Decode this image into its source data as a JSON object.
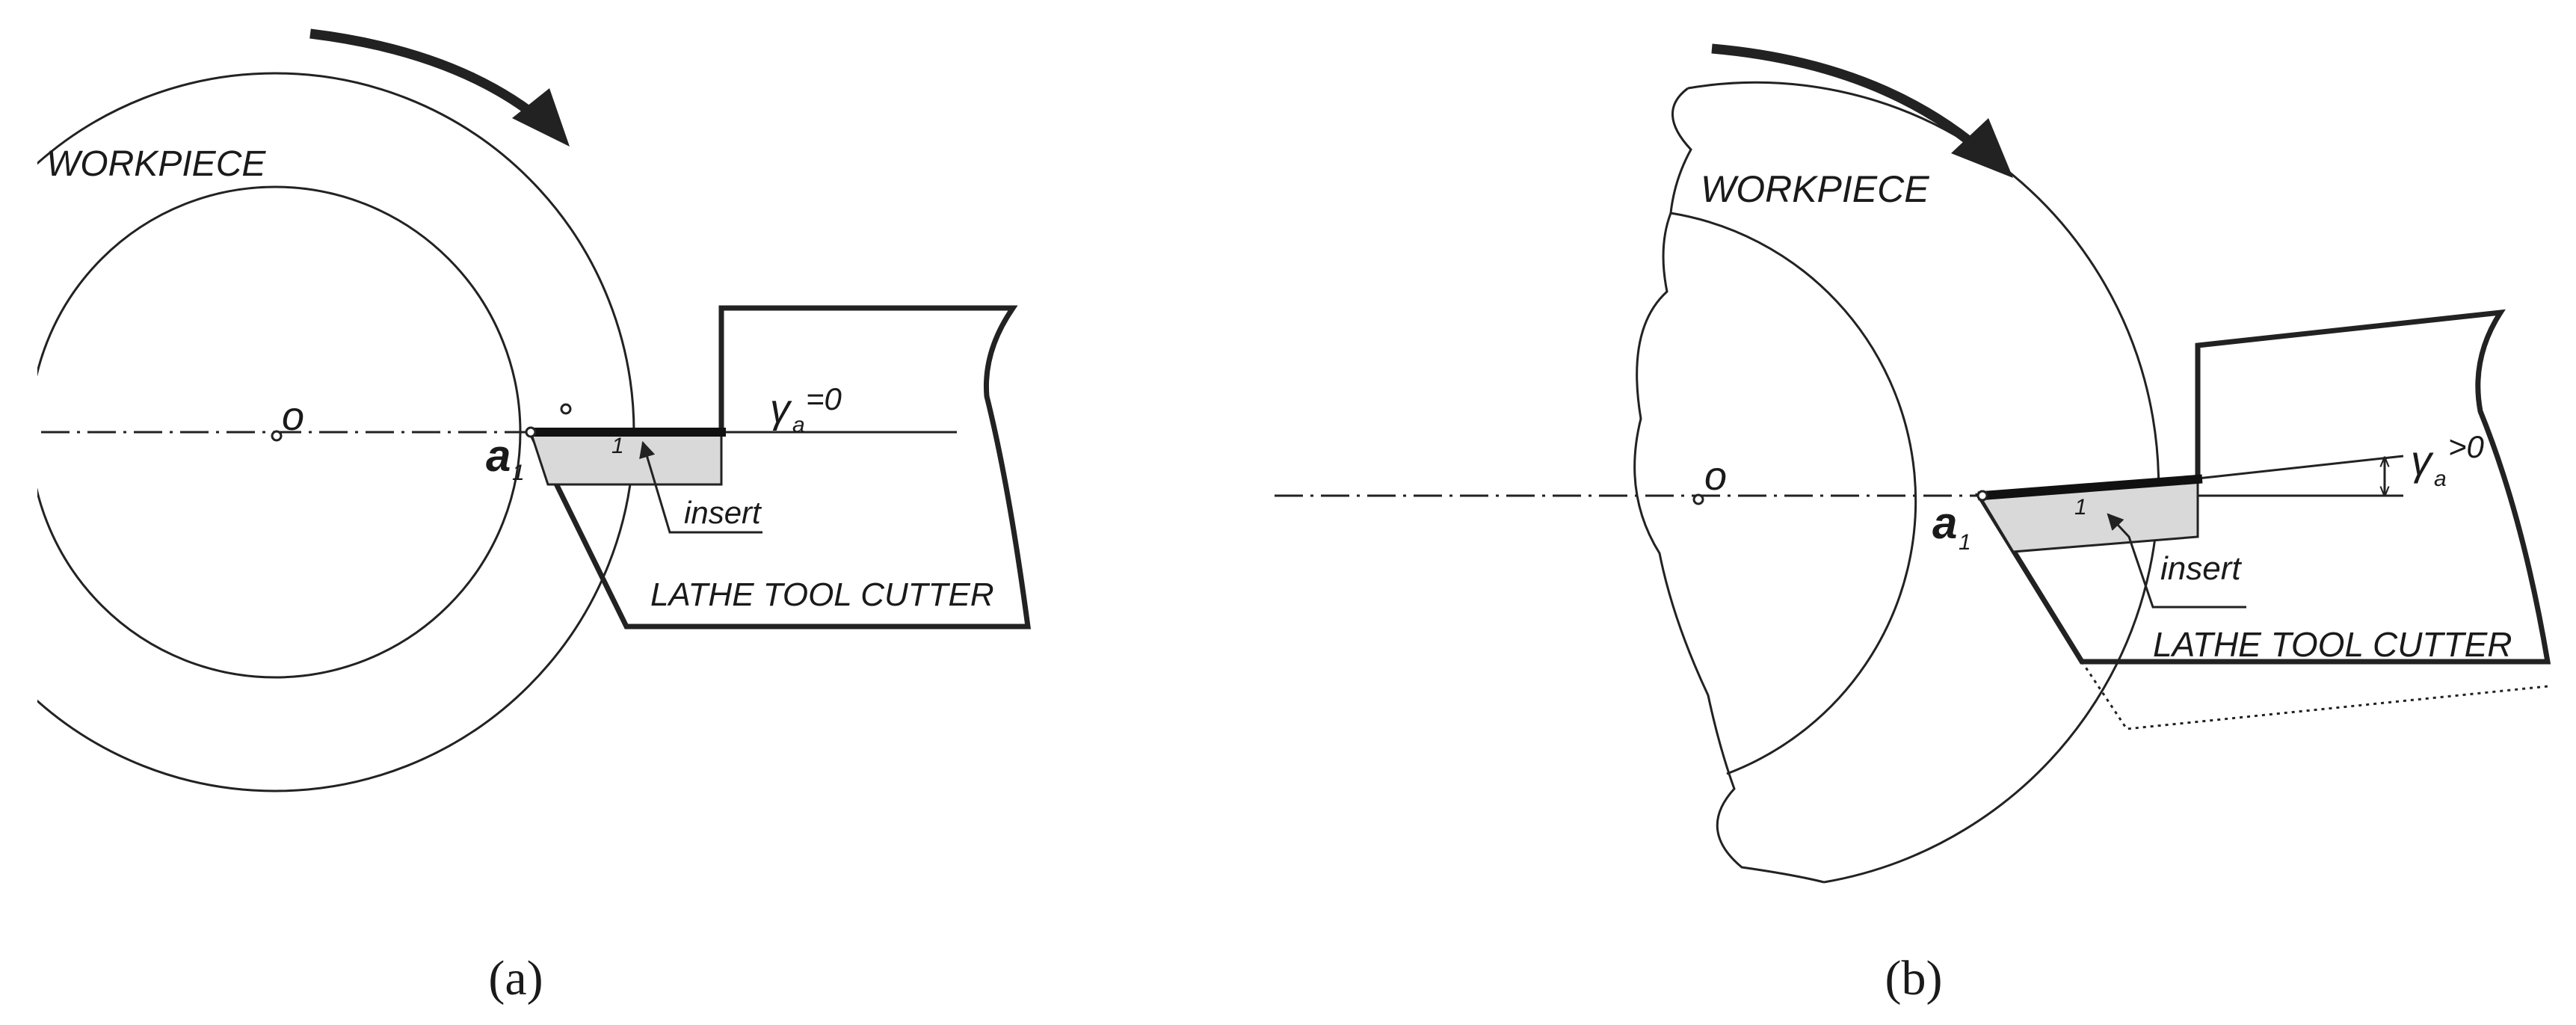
{
  "panel_a": {
    "workpiece_label": "WORKPIECE",
    "center_label": "o",
    "point_label": "a",
    "point_subscript": "1",
    "insert_number": "1",
    "insert_label": "insert",
    "tool_label": "LATHE TOOL CUTTER",
    "angle_symbol": "γ",
    "angle_subscript": "a",
    "angle_relation": "=0",
    "caption": "(a)"
  },
  "panel_b": {
    "workpiece_label": "WORKPIECE",
    "center_label": "o",
    "point_label": "a",
    "point_subscript": "1",
    "insert_number": "1",
    "insert_label": "insert",
    "tool_label": "LATHE TOOL CUTTER",
    "angle_symbol": "γ",
    "angle_subscript": "a",
    "angle_relation": ">0",
    "caption": "(b)"
  }
}
